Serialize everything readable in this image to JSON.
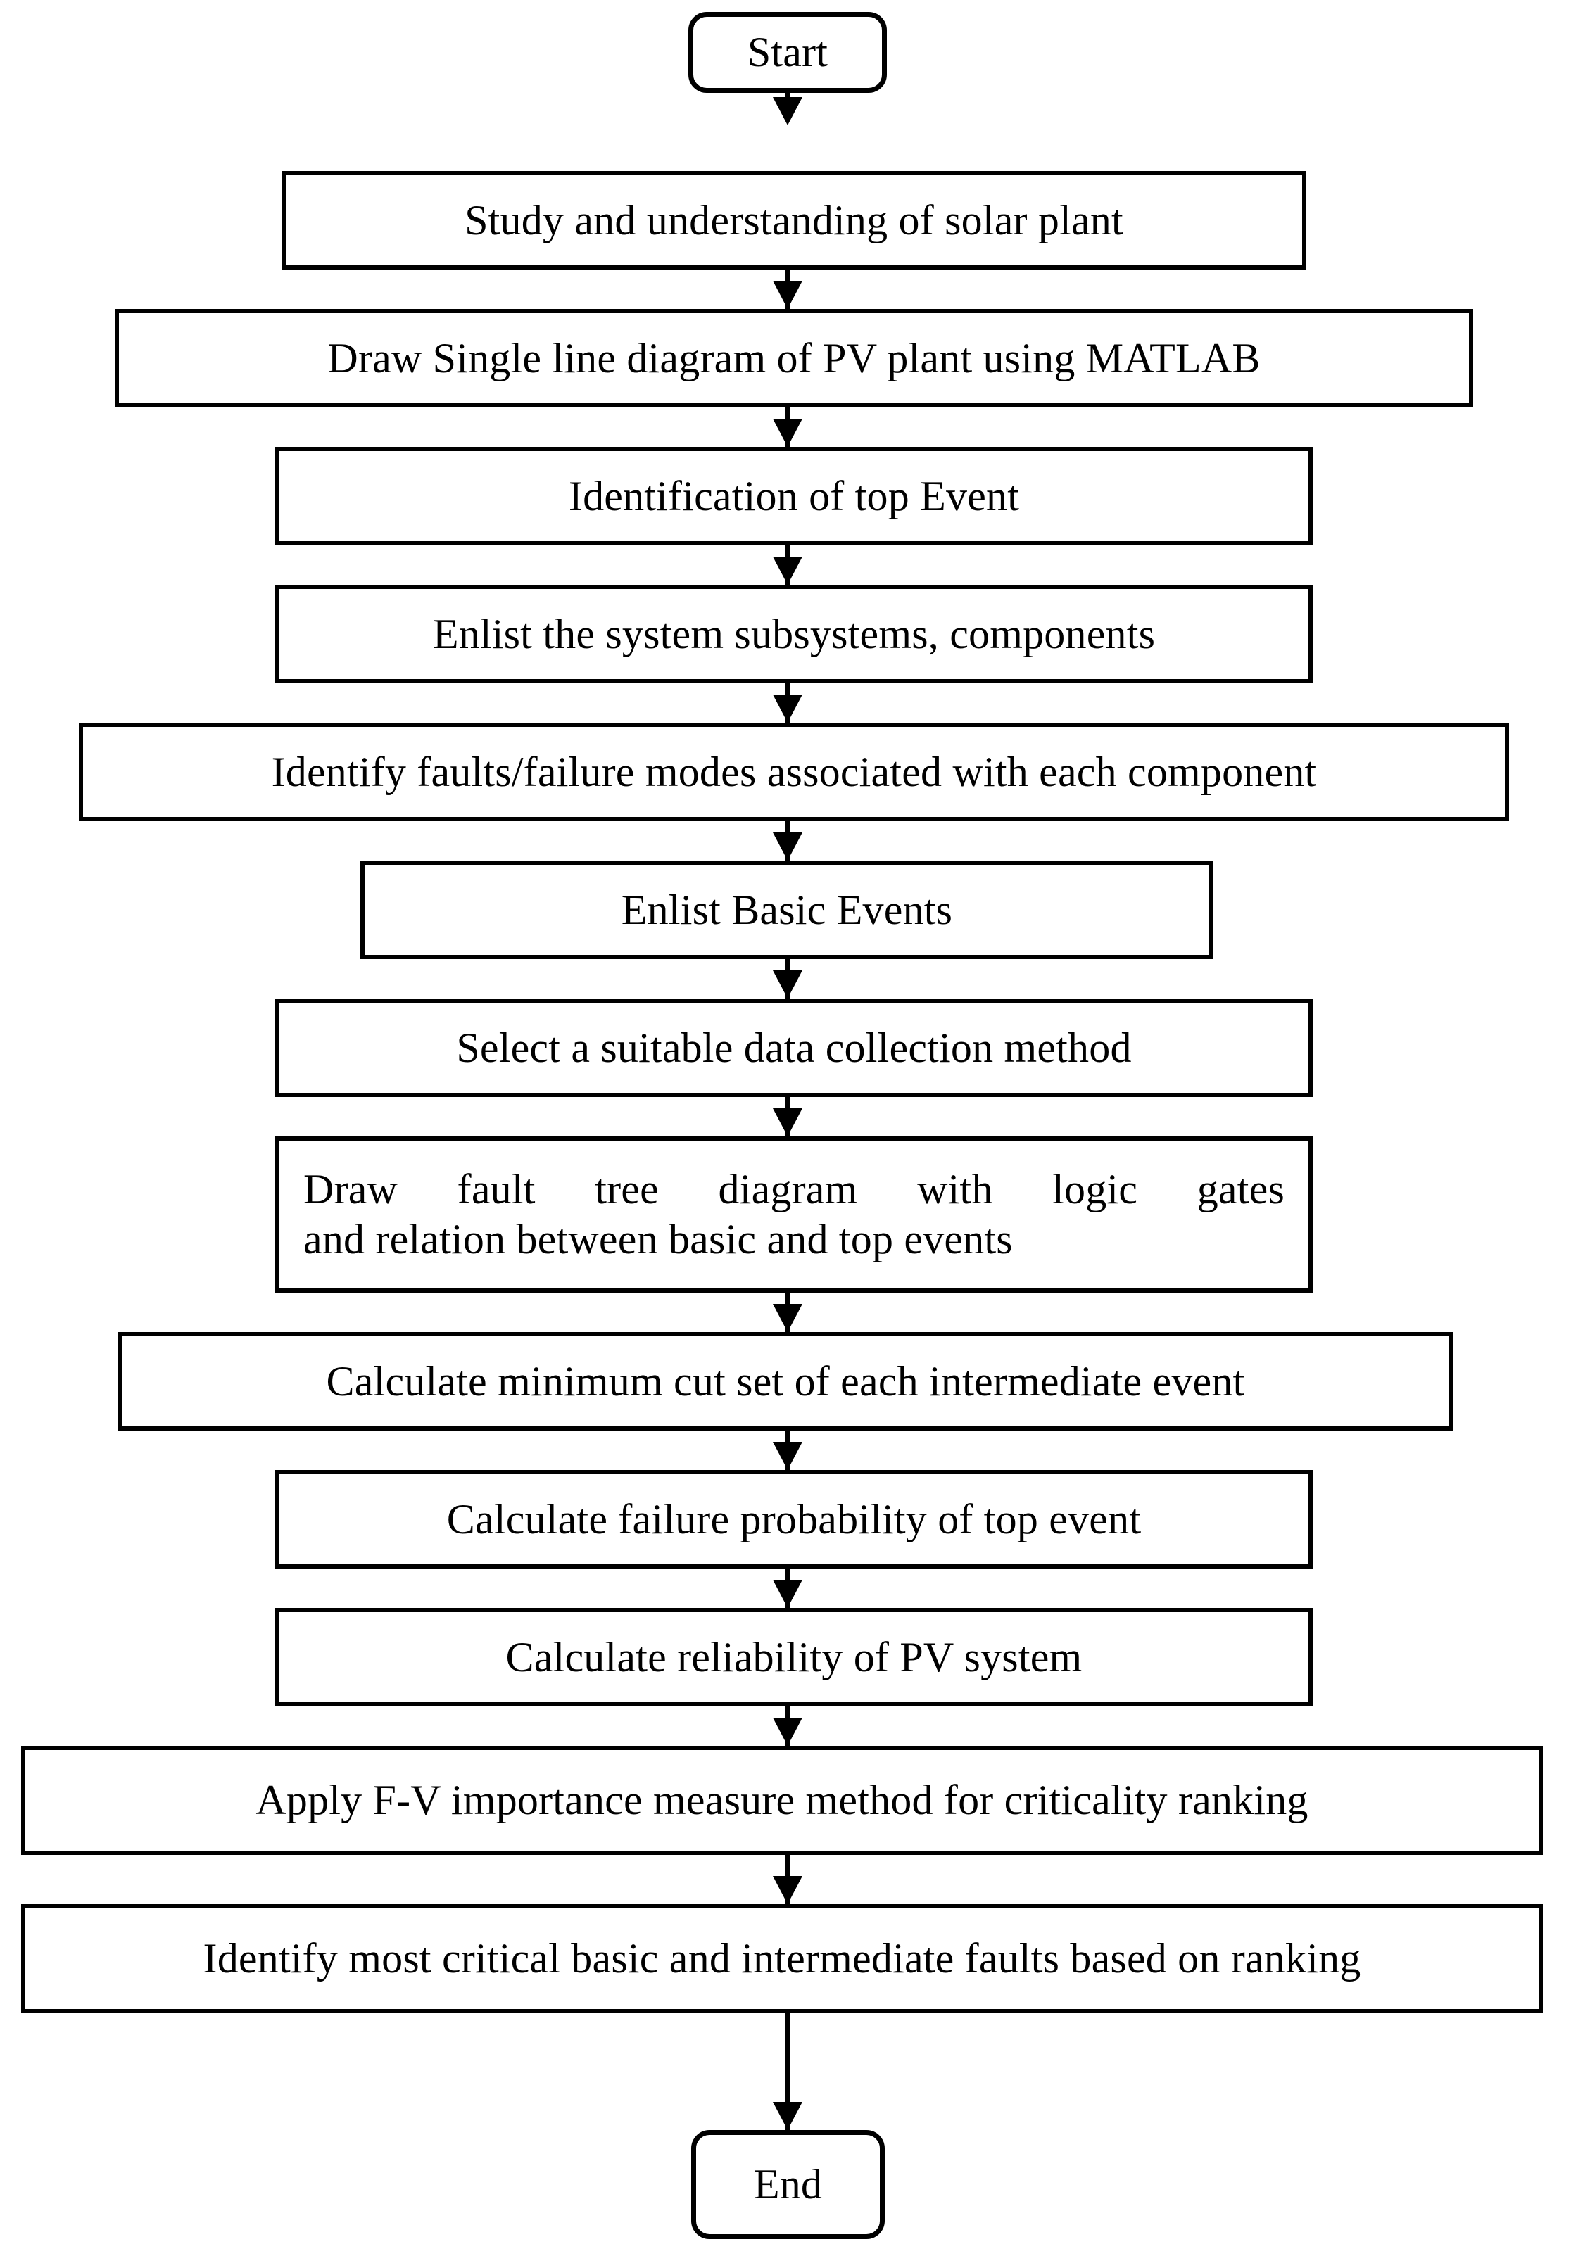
{
  "diagram": {
    "title": "Fault Tree Analysis Methodology Flowchart",
    "orientation": "top-to-bottom",
    "background_color": "#FFFFFF",
    "line_color": "#000000",
    "text_color": "#000000",
    "nodes": [
      {
        "id": "start",
        "shape": "rounded-rectangle",
        "label": "Start"
      },
      {
        "id": "study",
        "shape": "rectangle",
        "label": "Study and understanding of solar plant"
      },
      {
        "id": "sld",
        "shape": "rectangle",
        "label": "Draw Single line diagram of PV plant using MATLAB"
      },
      {
        "id": "topevent",
        "shape": "rectangle",
        "label": "Identification of top Event"
      },
      {
        "id": "subsystems",
        "shape": "rectangle",
        "label": "Enlist the system subsystems, components"
      },
      {
        "id": "faults",
        "shape": "rectangle",
        "label": "Identify faults/failure modes associated with each component"
      },
      {
        "id": "basicevents",
        "shape": "rectangle",
        "label": "Enlist Basic Events"
      },
      {
        "id": "datamethod",
        "shape": "rectangle",
        "label": "Select a suitable data collection method"
      },
      {
        "id": "faulttree",
        "shape": "rectangle",
        "label": "Draw fault tree diagram with logic gates and relation between basic and top events",
        "line1": "Draw fault tree diagram with logic gates",
        "line2": "and relation between basic and top events"
      },
      {
        "id": "cutset",
        "shape": "rectangle",
        "label": "Calculate minimum cut set of each intermediate event"
      },
      {
        "id": "failureprob",
        "shape": "rectangle",
        "label": "Calculate failure probability of top event"
      },
      {
        "id": "reliability",
        "shape": "rectangle",
        "label": "Calculate reliability of PV system"
      },
      {
        "id": "fvmeasure",
        "shape": "rectangle",
        "label": "Apply F-V importance measure method for criticality ranking"
      },
      {
        "id": "critical",
        "shape": "rectangle",
        "label": "Identify most critical basic and intermediate faults based on ranking"
      },
      {
        "id": "end",
        "shape": "rounded-rectangle",
        "label": "End"
      }
    ],
    "edges": [
      {
        "from": "start",
        "to": "study",
        "arrow": "down"
      },
      {
        "from": "study",
        "to": "sld",
        "arrow": "down"
      },
      {
        "from": "sld",
        "to": "topevent",
        "arrow": "down"
      },
      {
        "from": "topevent",
        "to": "subsystems",
        "arrow": "down"
      },
      {
        "from": "subsystems",
        "to": "faults",
        "arrow": "down"
      },
      {
        "from": "faults",
        "to": "basicevents",
        "arrow": "down"
      },
      {
        "from": "basicevents",
        "to": "datamethod",
        "arrow": "down"
      },
      {
        "from": "datamethod",
        "to": "faulttree",
        "arrow": "down"
      },
      {
        "from": "faulttree",
        "to": "cutset",
        "arrow": "down"
      },
      {
        "from": "cutset",
        "to": "failureprob",
        "arrow": "down"
      },
      {
        "from": "failureprob",
        "to": "reliability",
        "arrow": "down"
      },
      {
        "from": "reliability",
        "to": "fvmeasure",
        "arrow": "down"
      },
      {
        "from": "fvmeasure",
        "to": "critical",
        "arrow": "down"
      },
      {
        "from": "critical",
        "to": "end",
        "arrow": "down"
      }
    ]
  }
}
